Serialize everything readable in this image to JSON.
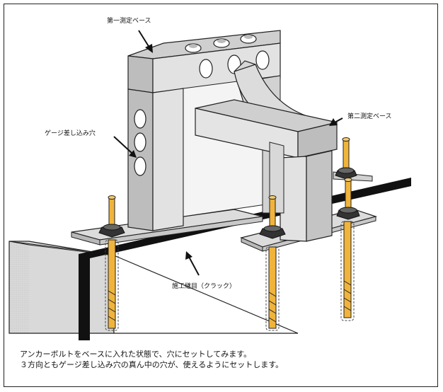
{
  "labels": {
    "first_base": "第一測定ベース",
    "second_base": "第二測定ベース",
    "gauge_hole": "ゲージ差し込み穴",
    "joint": "施工継目（クラック）"
  },
  "caption": {
    "line1": "アンカーボルトをベースに入れた状態で、穴にセットしてみます。",
    "line2": "３方向ともゲージ差し込み穴の真ん中の穴が、使えるようにセットします。"
  },
  "colors": {
    "metal_front": "#e2e2e2",
    "metal_top": "#cfcfcf",
    "metal_side": "#bdbdbd",
    "bolt": "#f0b43c",
    "wall_shade": "#dadada",
    "crack": "#111111"
  }
}
